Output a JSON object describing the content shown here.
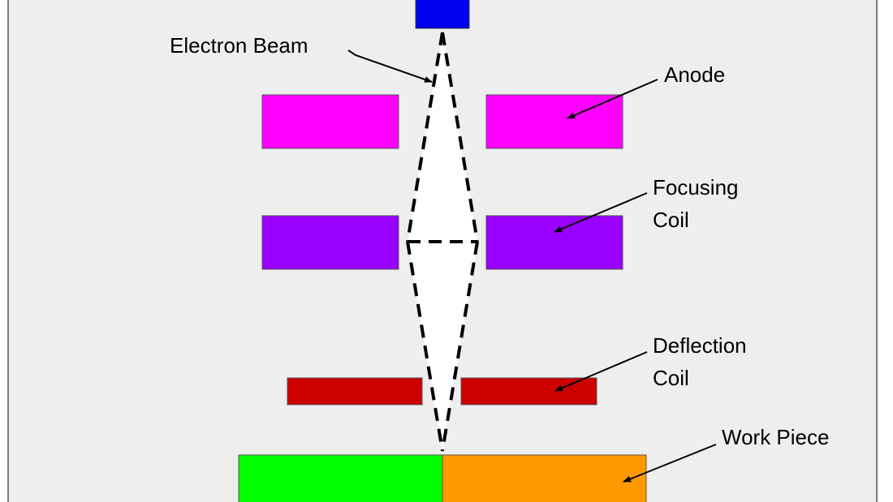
{
  "labels": {
    "electron_beam": "Electron Beam",
    "anode": "Anode",
    "focusing_coil_line1": "Focusing",
    "focusing_coil_line2": "Coil",
    "deflection_coil_line1": "Deflection",
    "deflection_coil_line2": "Coil",
    "work_piece": "Work Piece"
  },
  "colors": {
    "background": "#eeeeee",
    "frame": "#555555",
    "electron_gun": "#0000ee",
    "anode": "#ff00ff",
    "focusing_coil": "#9900ff",
    "deflection_coil": "#cc0000",
    "work_piece_left": "#00ff00",
    "work_piece_right": "#ff9900",
    "beam_fill": "#ffffff",
    "beam_stroke": "#000000",
    "arrow": "#000000"
  }
}
